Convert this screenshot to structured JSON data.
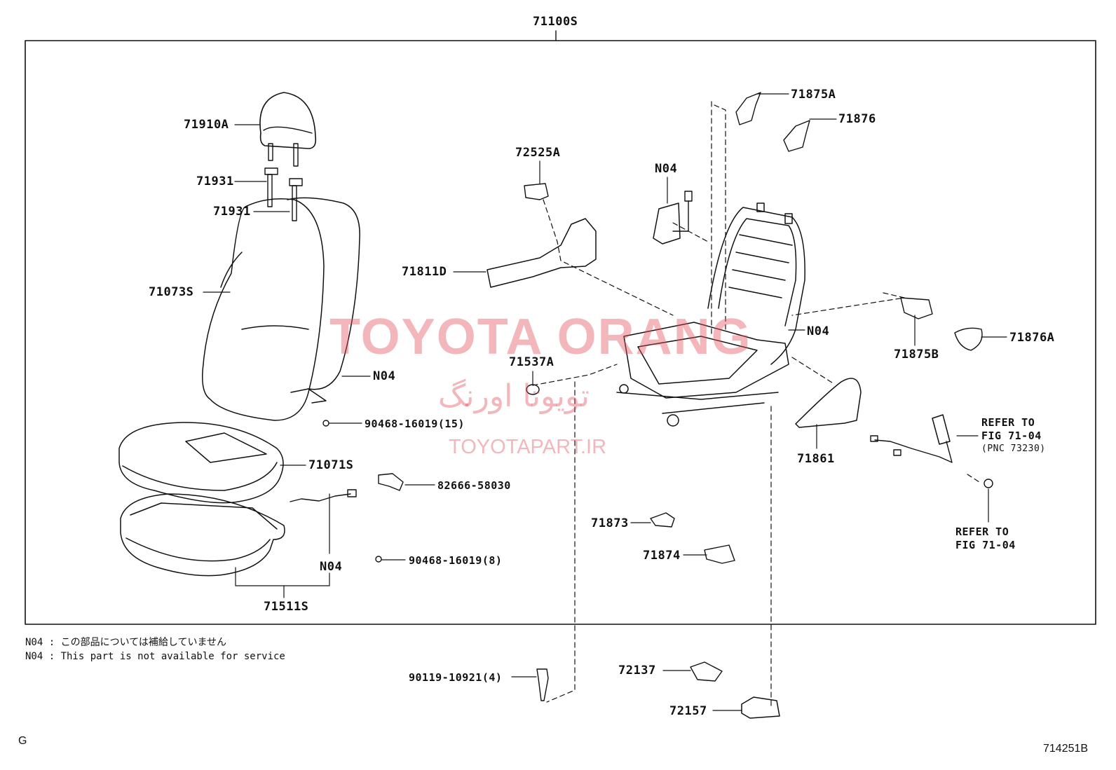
{
  "title_part": "71100S",
  "labels": {
    "p71910A": "71910A",
    "p71931a": "71931",
    "p71931b": "71931",
    "p71073S": "71073S",
    "n04_cover": "N04",
    "p90468_15": "90468-16019(15)",
    "p71071S": "71071S",
    "p82666": "82666-58030",
    "n04_pad": "N04",
    "p90468_8": "90468-16019(8)",
    "p71511S": "71511S",
    "p72525A": "72525A",
    "p71811D": "71811D",
    "n04_top": "N04",
    "p71537A": "71537A",
    "p71875A": "71875A",
    "p71876": "71876",
    "n04_frame": "N04",
    "p71875B": "71875B",
    "p71876A": "71876A",
    "p71861": "71861",
    "refer1_a": "REFER TO",
    "refer1_b": "FIG 71-04",
    "refer1_c": "(PNC 73230)",
    "refer2_a": "REFER TO",
    "refer2_b": "FIG 71-04",
    "p71873": "71873",
    "p71874": "71874",
    "p90119": "90119-10921(4)",
    "p72137": "72137",
    "p72157": "72157"
  },
  "notes": {
    "jp": "N04 : この部品については補給していません",
    "en": "N04 : This part is not available for service"
  },
  "watermark": {
    "line1": "TOYOTA ORANG",
    "line2": "تویوتا اورنگ",
    "line3": "TOYOTAPART.IR"
  },
  "footer": {
    "left": "G",
    "figure_id": "714251B"
  }
}
